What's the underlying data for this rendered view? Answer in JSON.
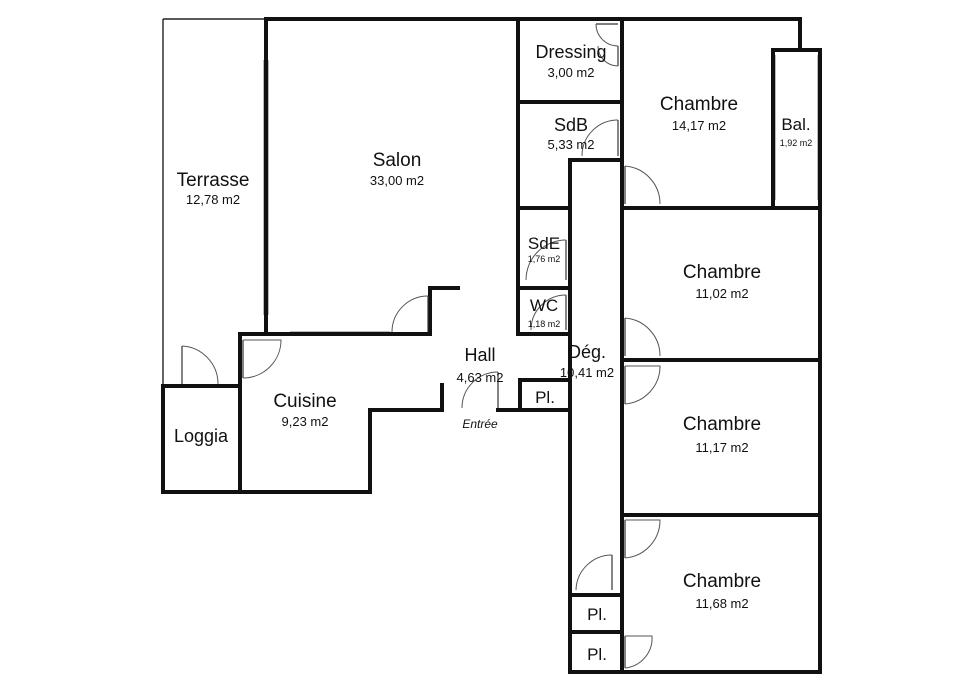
{
  "rooms": {
    "terrasse": {
      "name": "Terrasse",
      "area": "12,78 m2"
    },
    "salon": {
      "name": "Salon",
      "area": "33,00 m2"
    },
    "dressing": {
      "name": "Dressing",
      "area": "3,00 m2"
    },
    "sdb": {
      "name": "SdB",
      "area": "5,33 m2"
    },
    "chambre1": {
      "name": "Chambre",
      "area": "14,17 m2"
    },
    "balcon": {
      "name": "Bal.",
      "area": "1,92 m2"
    },
    "sde": {
      "name": "SdE",
      "area": "1,76 m2"
    },
    "wc": {
      "name": "WC",
      "area": "1,18 m2"
    },
    "chambre2": {
      "name": "Chambre",
      "area": "11,02 m2"
    },
    "hall": {
      "name": "Hall",
      "area": "4,63 m2"
    },
    "degagement": {
      "name": "Dég.",
      "area": "10,41 m2"
    },
    "cuisine": {
      "name": "Cuisine",
      "area": "9,23 m2"
    },
    "loggia": {
      "name": "Loggia"
    },
    "chambre3": {
      "name": "Chambre",
      "area": "11,17 m2"
    },
    "chambre4": {
      "name": "Chambre",
      "area": "11,68 m2"
    },
    "placard1": {
      "name": "Pl."
    },
    "placard2": {
      "name": "Pl."
    },
    "placard3": {
      "name": "Pl."
    }
  },
  "entrance": {
    "label": "Entrée"
  }
}
